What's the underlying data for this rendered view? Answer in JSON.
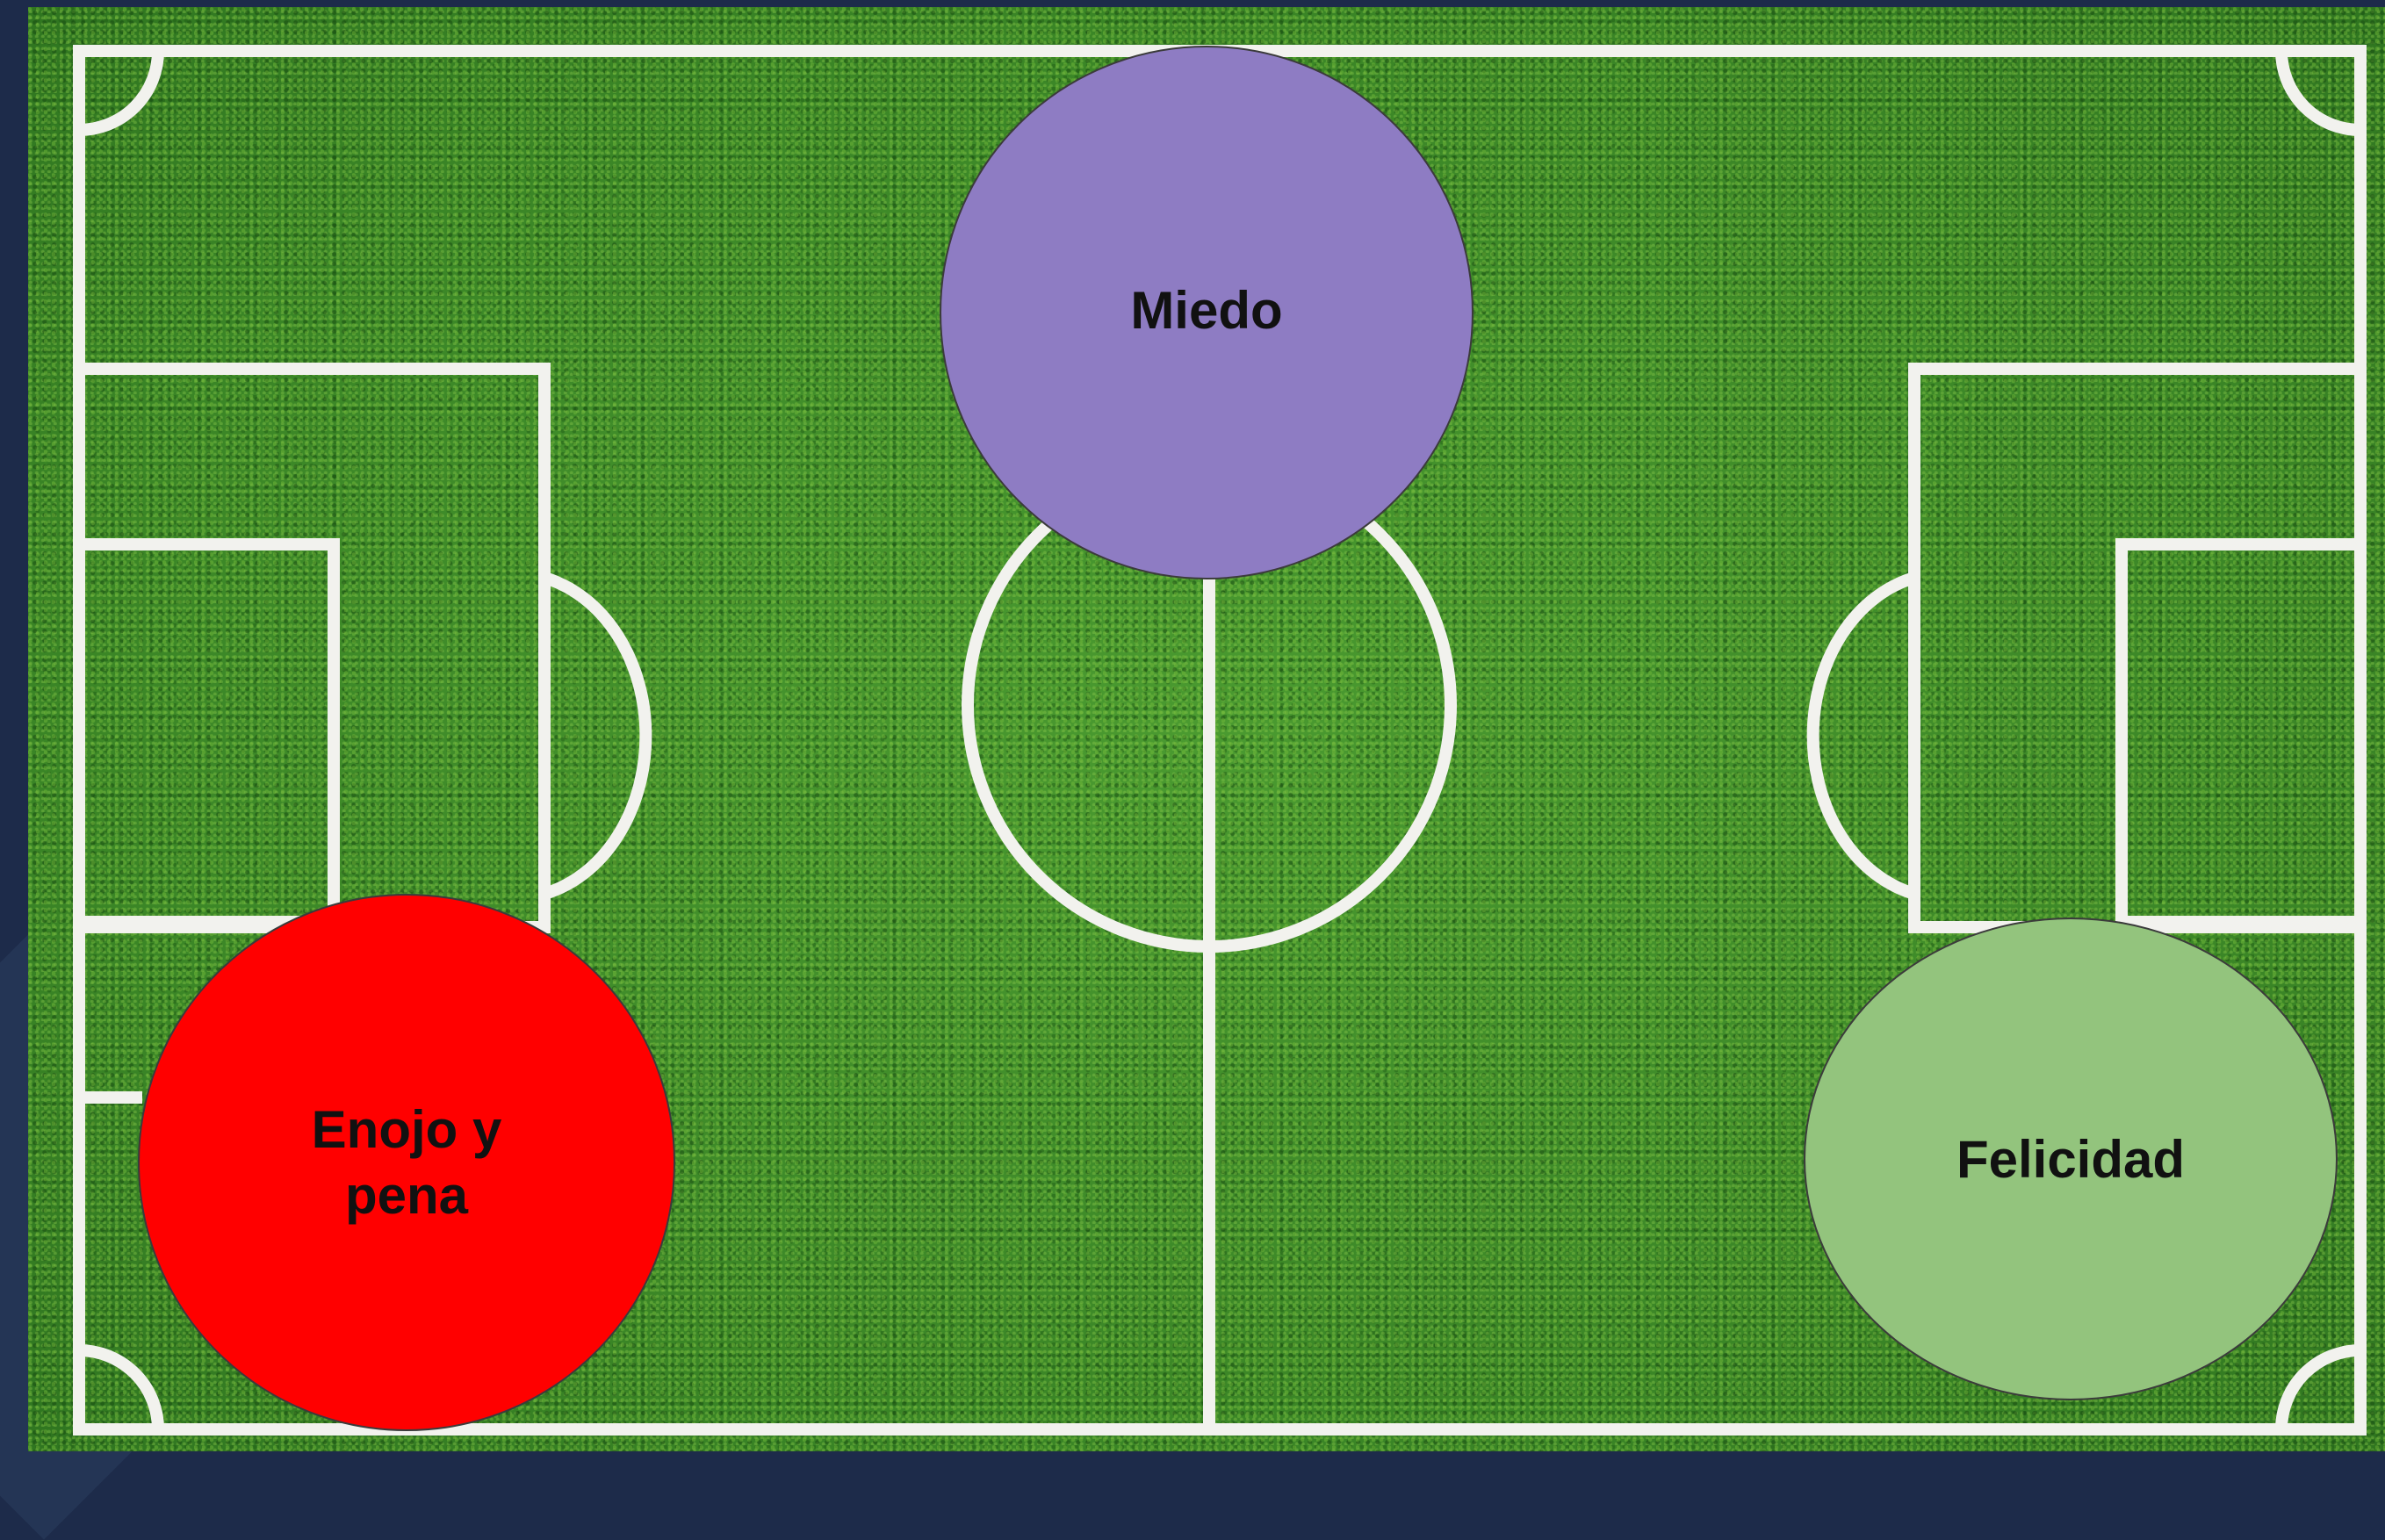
{
  "colors": {
    "background": "#1d2b4a",
    "grass": "#3f8d2a",
    "field_lines": "#f2f2ee",
    "miedo": "#8e7cc3",
    "enojo": "#ff0000",
    "felicidad": "#93c47d"
  },
  "circles": {
    "miedo": {
      "label": "Miedo"
    },
    "enojo": {
      "label": "Enojo y pena"
    },
    "felicidad": {
      "label": "Felicidad"
    }
  }
}
